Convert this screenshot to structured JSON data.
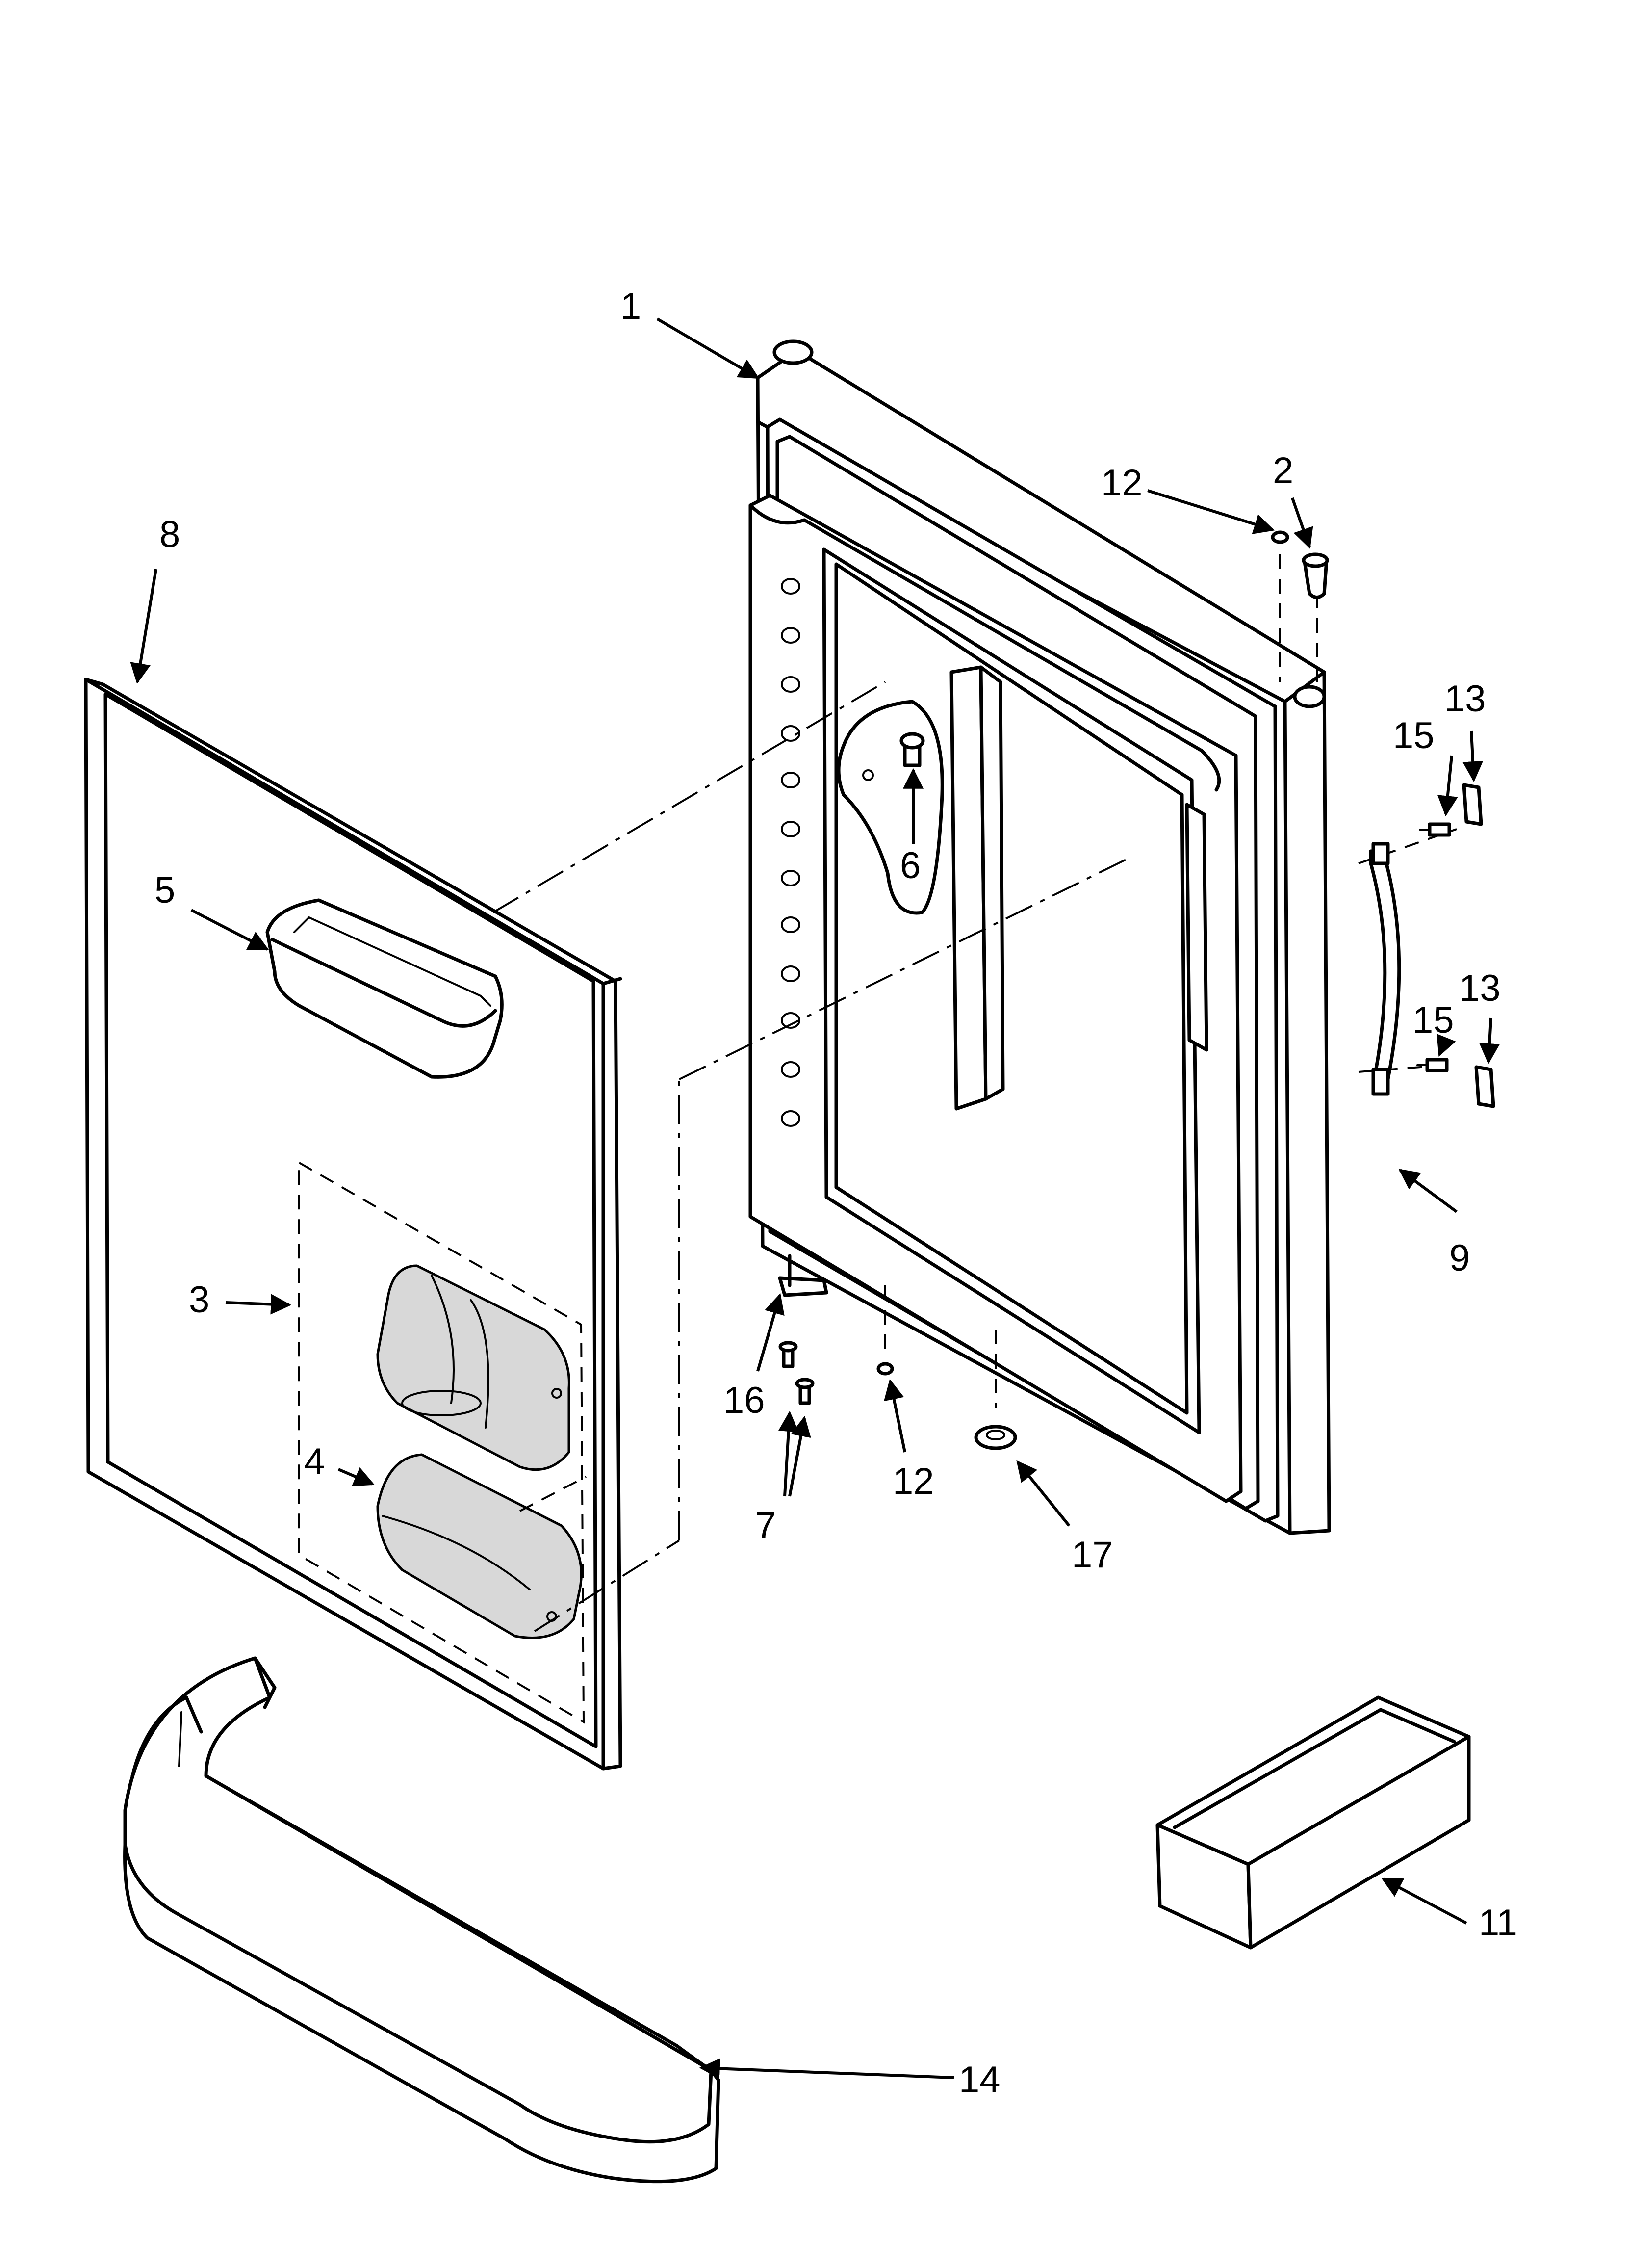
{
  "callouts": {
    "c1": "1",
    "c2": "2",
    "c3": "3",
    "c4": "4",
    "c5": "5",
    "c6": "6",
    "c7": "7",
    "c8": "8",
    "c9": "9",
    "c11": "11",
    "c12a": "12",
    "c12b": "12",
    "c13a": "13",
    "c13b": "13",
    "c14": "14",
    "c15a": "15",
    "c15b": "15",
    "c16": "16",
    "c17": "17"
  }
}
